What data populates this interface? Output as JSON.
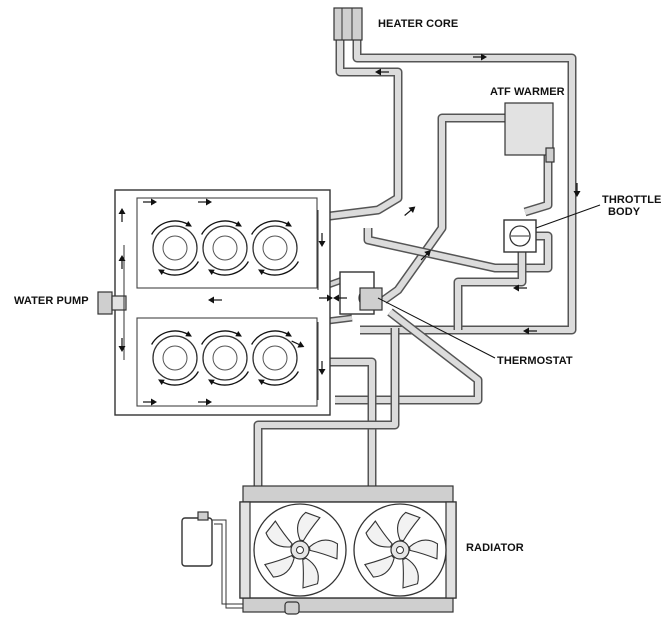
{
  "labels": {
    "heater_core": "HEATER CORE",
    "atf_warmer": "ATF WARMER",
    "throttle_body_1": "THROTTLE",
    "throttle_body_2": "BODY",
    "water_pump": "WATER PUMP",
    "thermostat": "THERMOSTAT",
    "radiator": "RADIATOR"
  },
  "icons": [
    "fan-icon",
    "flow-arrow-icon",
    "reservoir-icon"
  ],
  "colors": {
    "line": "#333333",
    "pipe": "#555555",
    "pipe_fill": "#dcdcdc",
    "background": "#ffffff"
  }
}
